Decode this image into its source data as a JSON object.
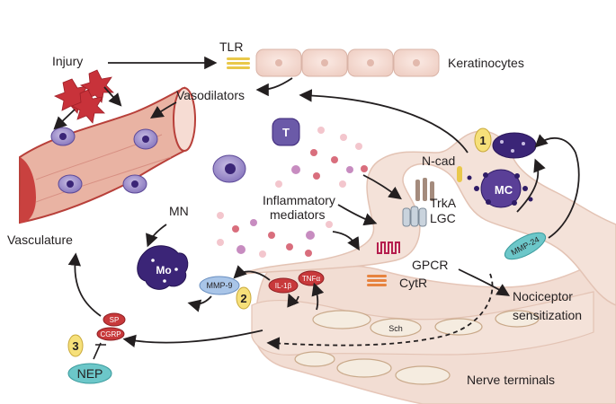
{
  "labels": {
    "injury": "Injury",
    "tlr": "TLR",
    "keratinocytes": "Keratinocytes",
    "vasodilators": "Vasodilators",
    "vasculature": "Vasculature",
    "t_cell": "T",
    "mn": "MN",
    "mo": "Mo",
    "mc": "MC",
    "ncad": "N-cad",
    "trka": "TrkA",
    "lgc": "LGC",
    "gpcr": "GPCR",
    "cytr": "CytR",
    "mmp9": "MMP-9",
    "mmp24": "MMP-24",
    "il1b": "IL-1β",
    "tnfa": "TNFα",
    "sp": "SP",
    "cgrp": "CGRP",
    "nep": "NEP",
    "sch": "Sch",
    "inflammatory_mediators_line1": "Inflammatory",
    "inflammatory_mediators_line2": "mediators",
    "nociceptor_line1": "Nociceptor",
    "nociceptor_line2": "sensitization",
    "nerve_terminals": "Nerve terminals",
    "step1": "1",
    "step2": "2",
    "step3": "3"
  },
  "colors": {
    "injury_red": "#c8323a",
    "tissue_pink": "#f1d7cf",
    "vessel_red": "#c9413f",
    "purple_cell": "#7d6bb0",
    "dark_purple": "#3b2577",
    "mmp_blue": "#a9c5e8",
    "teal": "#6cc7c9",
    "badge_yellow": "#f6e07a",
    "cytokine_red": "#c8393b"
  }
}
